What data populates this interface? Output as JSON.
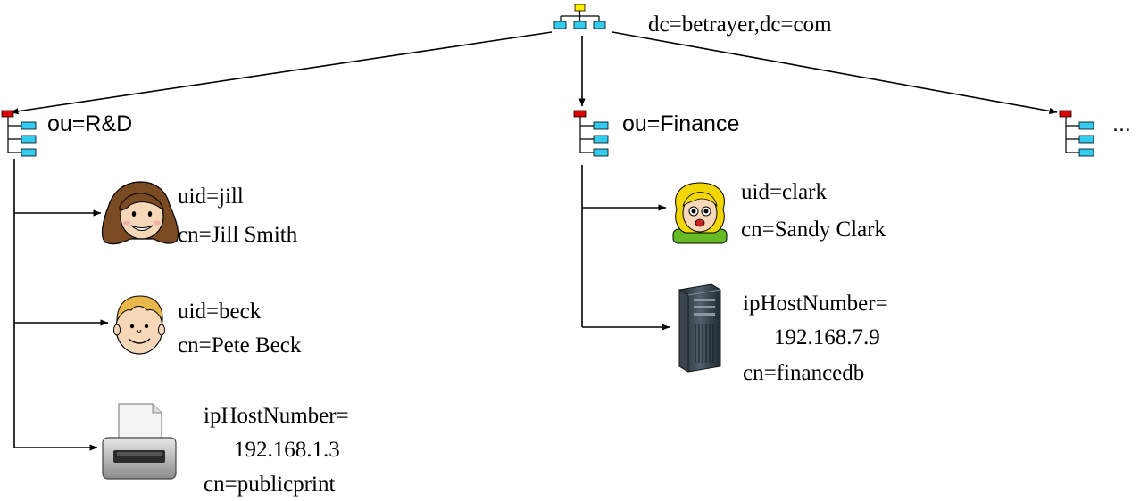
{
  "root": {
    "label": "dc=betrayer,dc=com",
    "icon": "org-tree-icon"
  },
  "branches": [
    {
      "label": "ou=R&D",
      "icon": "ou-tree-icon",
      "entries": [
        {
          "icon": "woman-avatar-icon",
          "lines": [
            "uid=jill",
            "cn=Jill Smith"
          ]
        },
        {
          "icon": "man-avatar-icon",
          "lines": [
            "uid=beck",
            "cn=Pete Beck"
          ]
        },
        {
          "icon": "printer-icon",
          "lines": [
            "ipHostNumber=",
            "192.168.1.3",
            "cn=publicprint"
          ]
        }
      ]
    },
    {
      "label": "ou=Finance",
      "icon": "ou-tree-icon",
      "entries": [
        {
          "icon": "blonde-avatar-icon",
          "lines": [
            "uid=clark",
            "cn=Sandy Clark"
          ]
        },
        {
          "icon": "server-tower-icon",
          "lines": [
            "ipHostNumber=",
            "192.168.7.9",
            "cn=financedb"
          ]
        }
      ]
    },
    {
      "label": "...",
      "icon": "ou-tree-icon",
      "entries": []
    }
  ],
  "colors": {
    "root_node": "#ffee00",
    "ou_node": "#dd0000",
    "child_node": "#33ccee",
    "skin": "#f6d8b8",
    "brown_hair": "#7a4a22",
    "blonde_hair": "#f2d600",
    "shirt": "#66bb22"
  }
}
